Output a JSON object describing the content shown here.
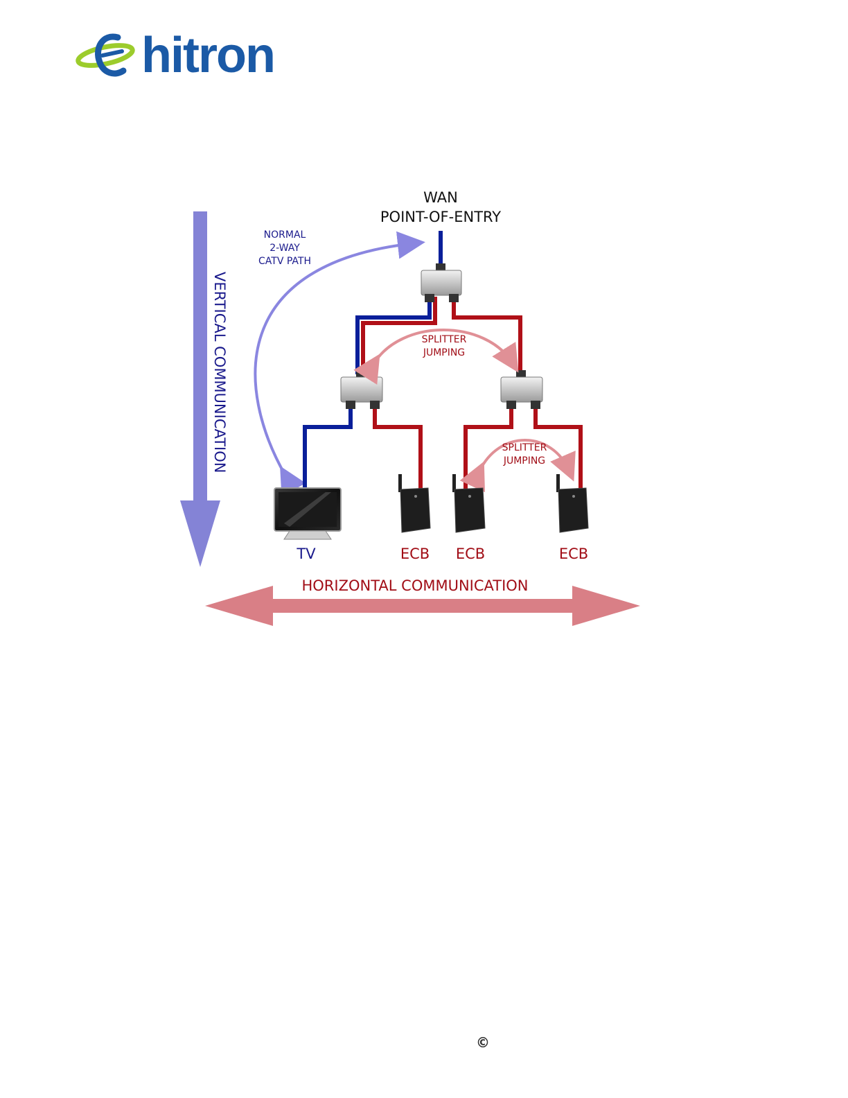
{
  "logo": {
    "text": "hitron"
  },
  "colors": {
    "brand_blue": "#1b5aa6",
    "brand_green": "#9ccc2c",
    "cable_blue": "#0a1f9a",
    "cable_red": "#b01018",
    "vertical_arrow": "#8483d6",
    "horizontal_arrow": "#d97f86",
    "path_arc_blue": "#8a86e0",
    "path_arc_red": "#e09096"
  },
  "diagram": {
    "wan_line1": "WAN",
    "wan_line2": "POINT-OF-ENTRY",
    "normal_path_line1": "NORMAL",
    "normal_path_line2": "2-WAY",
    "normal_path_line3": "CATV PATH",
    "splitter_jumping_top_line1": "SPLITTER",
    "splitter_jumping_top_line2": "JUMPING",
    "splitter_jumping_bottom_line1": "SPLITTER",
    "splitter_jumping_bottom_line2": "JUMPING",
    "vertical_label": "VERTICAL COMMUNICATION",
    "horizontal_label": "HORIZONTAL COMMUNICATION",
    "device_tv": "TV",
    "device_ecb_1": "ECB",
    "device_ecb_2": "ECB",
    "device_ecb_3": "ECB"
  },
  "footer": {
    "copyright": "©"
  }
}
